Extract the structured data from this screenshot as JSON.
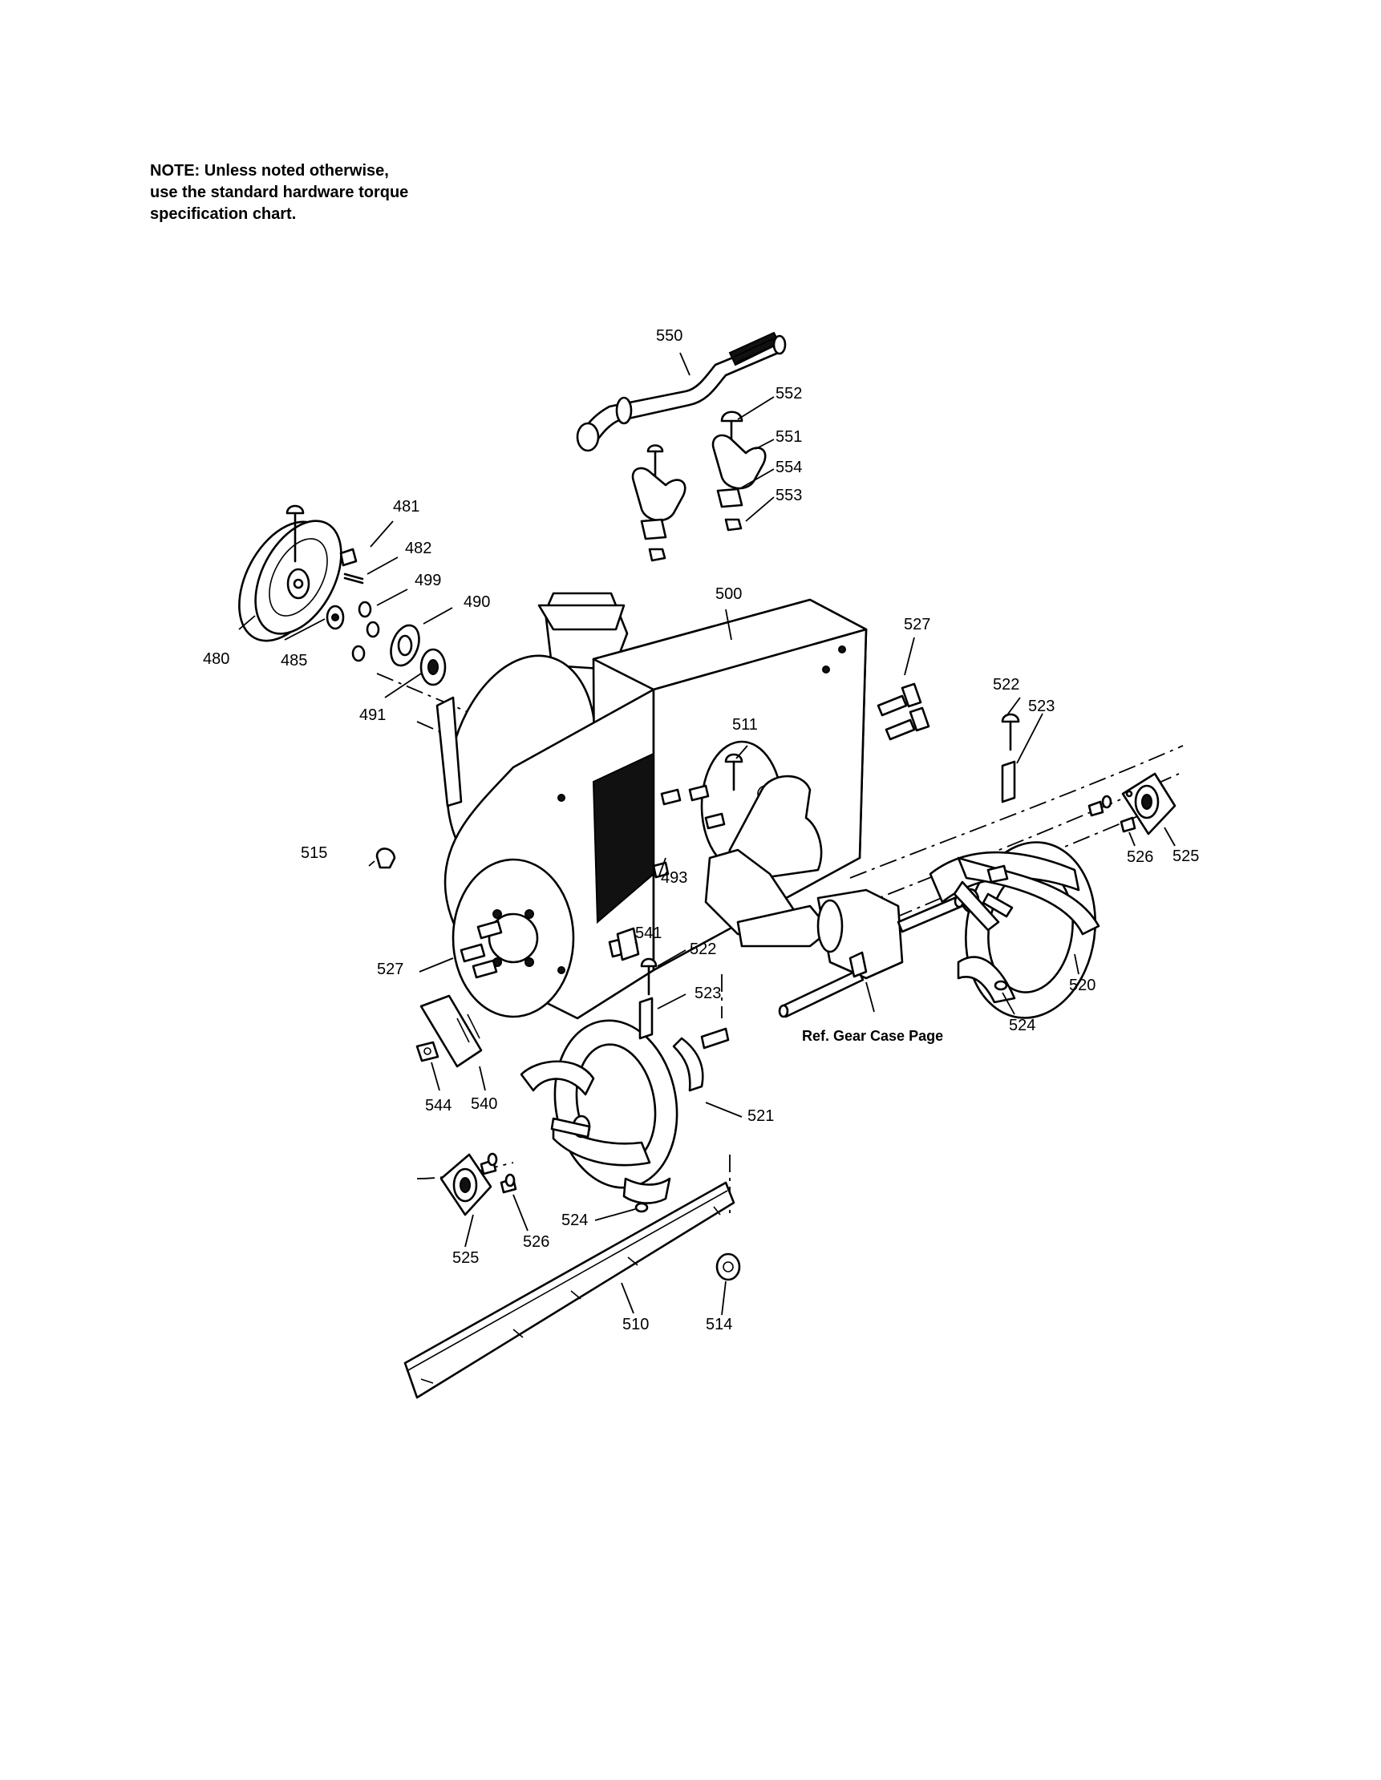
{
  "note": {
    "line1": "NOTE: Unless noted otherwise,",
    "line2": "use the standard hardware torque",
    "line3": "specification chart."
  },
  "labels": {
    "p550": "550",
    "p552": "552",
    "p551": "551",
    "p554": "554",
    "p553": "553",
    "p481": "481",
    "p482": "482",
    "p499": "499",
    "p490": "490",
    "p500": "500",
    "p480": "480",
    "p485": "485",
    "p491": "491",
    "p527a": "527",
    "p522a": "522",
    "p523a": "523",
    "p511": "511",
    "p515": "515",
    "p493": "493",
    "p526a": "526",
    "p525a": "525",
    "p527b": "527",
    "p541": "541",
    "p522b": "522",
    "p523b": "523",
    "p520": "520",
    "p524a": "524",
    "p544": "544",
    "p540": "540",
    "p521": "521",
    "p524b": "524",
    "p526b": "526",
    "p525b": "525",
    "p510": "510",
    "p514": "514"
  },
  "ref_note": "Ref. Gear Case Page"
}
